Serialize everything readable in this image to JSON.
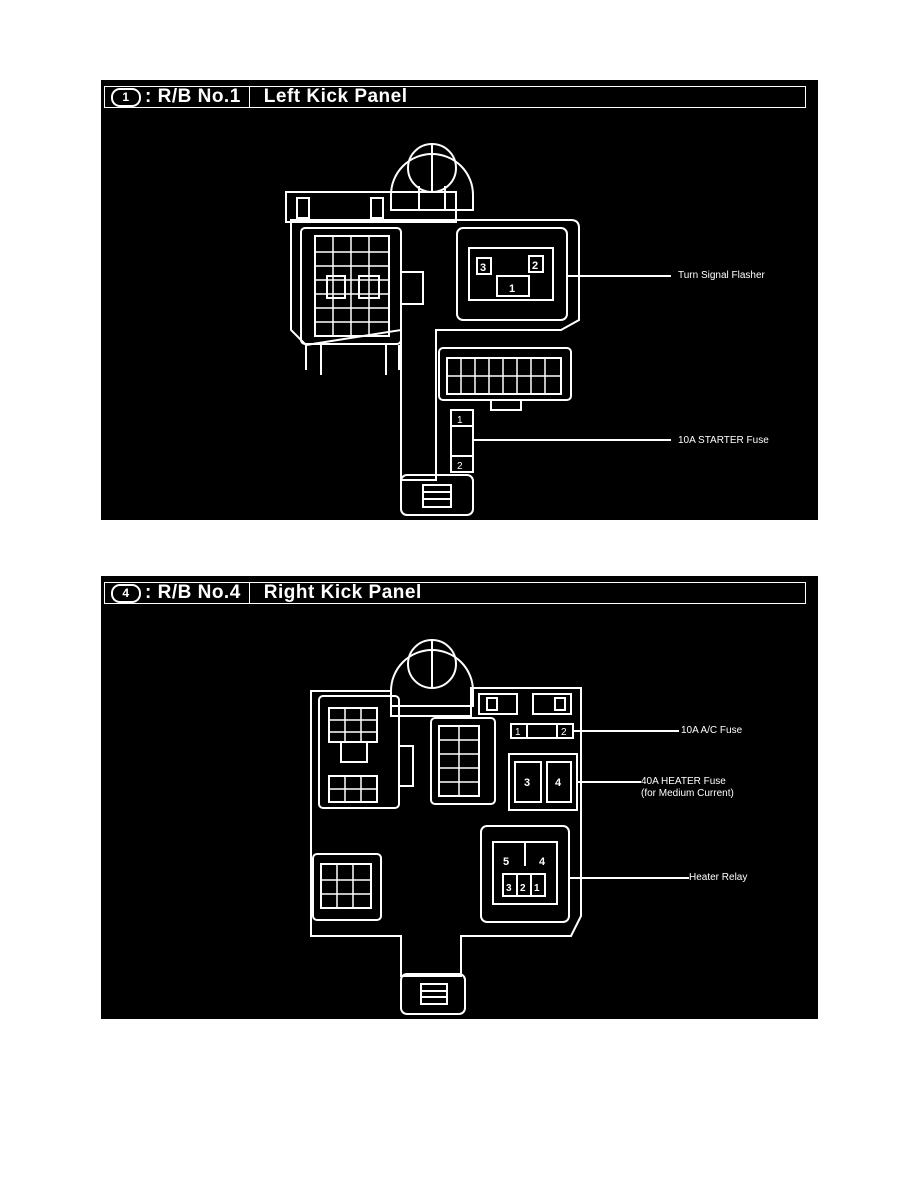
{
  "panels": [
    {
      "number": "1",
      "code": "R/B No.1",
      "location": "Left Kick Panel",
      "callouts": [
        "Turn Signal Flasher",
        "10A STARTER Fuse"
      ],
      "terminals": {
        "flasher": [
          "3",
          "2",
          "1"
        ],
        "starter_fuse": [
          "1",
          "2"
        ]
      }
    },
    {
      "number": "4",
      "code": "R/B No.4",
      "location": "Right Kick Panel",
      "callouts": [
        "10A A/C Fuse",
        "40A HEATER Fuse",
        "(for Medium Current)",
        "Heater Relay"
      ],
      "terminals": {
        "ac_fuse": [
          "1",
          "2"
        ],
        "heater_fuse": [
          "3",
          "4"
        ],
        "relay": [
          "5",
          "4",
          "3",
          "2",
          "1"
        ]
      }
    }
  ],
  "colors": {
    "background": "#000000",
    "line": "#ffffff",
    "page": "#ffffff"
  }
}
